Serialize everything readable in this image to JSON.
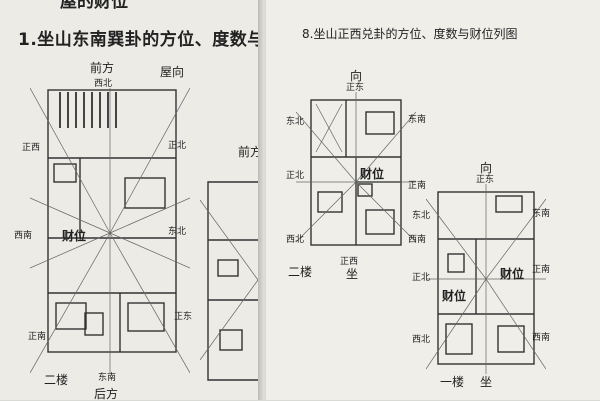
{
  "left_page": {
    "title_cut": "屋的财位",
    "section_title": "1.坐山东南巽卦的方位、度数与财位",
    "plan1": {
      "front_label": "前方",
      "house_dir": "屋向",
      "top_dir": "西北",
      "dirs": [
        "正西",
        "正北",
        "西南",
        "东北",
        "正南",
        "正东"
      ],
      "wealth": "财位",
      "floor": "二楼",
      "bottom_dir": "东南",
      "back_label": "后方"
    },
    "plan2": {
      "front_label": "前方"
    }
  },
  "right_page": {
    "section_title": "8.坐山正西兑卦的方位、度数与财位列图",
    "upper": {
      "top_label": "向",
      "top_dir": "正东",
      "dirs": [
        "东北",
        "东南",
        "正北",
        "正南",
        "西北"
      ],
      "wealth": "财位",
      "floor": "二楼",
      "sit": "坐",
      "bottom_dir": "正西",
      "side_dir": "西南"
    },
    "lower": {
      "top_label": "向",
      "top_dir": "正东",
      "dirs": [
        "东北",
        "东南",
        "正北",
        "正南",
        "西北",
        "西南"
      ],
      "wealth1": "财位",
      "wealth2": "财位",
      "floor": "一楼",
      "sit": "坐"
    }
  }
}
